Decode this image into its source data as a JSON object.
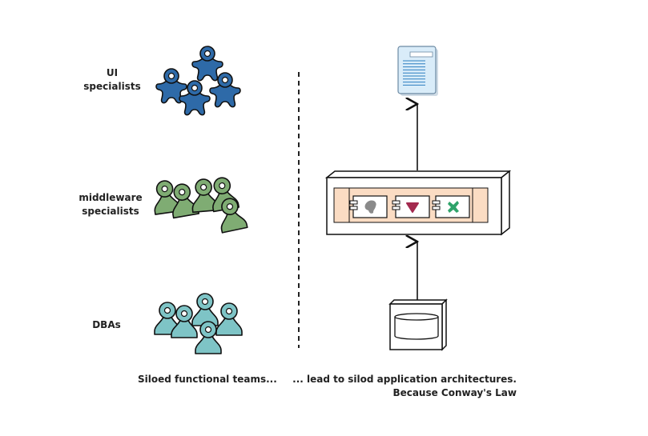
{
  "teams": {
    "ui": {
      "line1": "UI",
      "line2": "specialists",
      "color": "#2e6aa8"
    },
    "middleware": {
      "line1": "middleware",
      "line2": "specialists",
      "color": "#7fac73"
    },
    "dba": {
      "line1": "DBAs",
      "color": "#7ec4c6"
    }
  },
  "captions": {
    "left": "Siloed functional teams...",
    "right_line1": "... lead to silod application architectures.",
    "right_line2": "Because Conway's Law"
  },
  "colors": {
    "tier_fill": "#fbdcc3",
    "doc_fill": "#d9ecf9",
    "doc_lines": "#2d7fc1",
    "component_gray": "#8a8a8a",
    "component_red": "#a32a4f",
    "component_green": "#2fa36a"
  }
}
